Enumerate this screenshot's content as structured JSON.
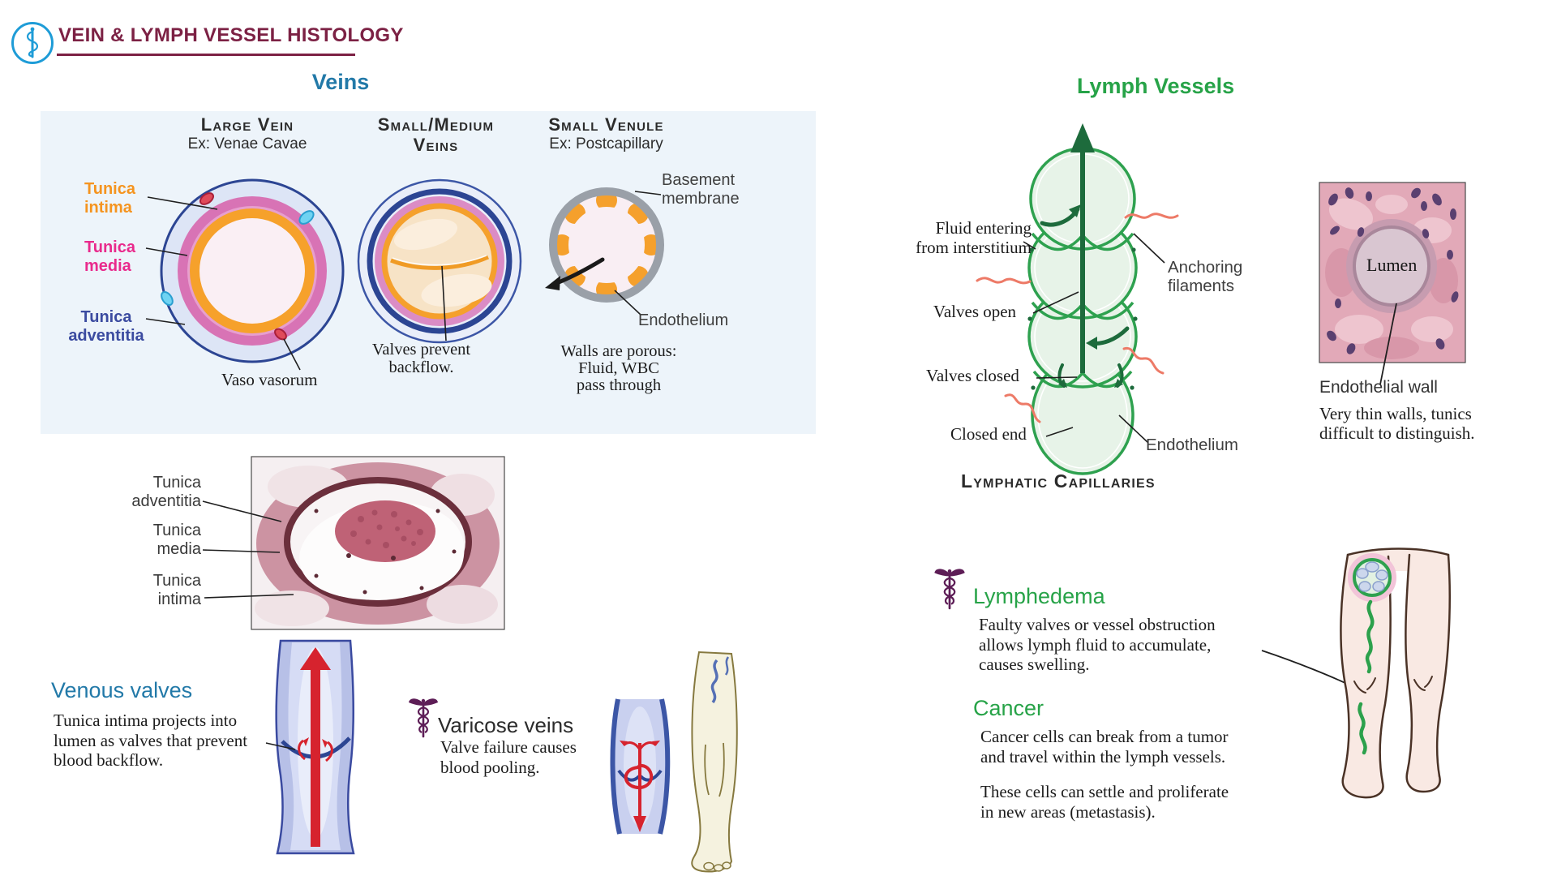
{
  "colors": {
    "title_maroon": "#7c2144",
    "veins_teal": "#2279a8",
    "lymph_green": "#27a348",
    "intima_orange": "#f5941f",
    "media_magenta": "#e92a8c",
    "adventitia_blue": "#3b4ba0",
    "caduceus_purple": "#5d1d56",
    "filament_salmon": "#ed7a67",
    "lymph_vessel_green": "#2ea14f",
    "panel_blue": "#edf4fa"
  },
  "header": {
    "title": "VEIN & LYMPH VESSEL HISTOLOGY",
    "logo_icon": "rod-of-asclepius-icon"
  },
  "veins": {
    "heading": "Veins",
    "large_vein": {
      "title": "Large Vein",
      "subtitle": "Ex: Venae Cavae",
      "label_intima": [
        "Tunica",
        "intima"
      ],
      "label_media": [
        "Tunica",
        "media"
      ],
      "label_adventitia": [
        "Tunica",
        "adventitia"
      ],
      "label_vaso": "Vaso vasorum"
    },
    "small_medium": {
      "title": [
        "Small/Medium",
        "Veins"
      ],
      "note": [
        "Valves prevent",
        "backflow."
      ]
    },
    "small_venule": {
      "title": "Small Venule",
      "subtitle": "Ex: Postcapillary",
      "label_basement": [
        "Basement",
        "membrane"
      ],
      "label_endothelium": "Endothelium",
      "note": [
        "Walls are porous:",
        "Fluid, WBC",
        "pass through"
      ]
    },
    "histology_labels": {
      "adventitia": [
        "Tunica",
        "adventitia"
      ],
      "media": [
        "Tunica",
        "media"
      ],
      "intima": [
        "Tunica",
        "intima"
      ]
    },
    "venous_valves": {
      "heading": "Venous valves",
      "body": [
        "Tunica intima projects into",
        "lumen as valves that prevent",
        "blood backflow."
      ]
    },
    "varicose": {
      "heading": "Varicose veins",
      "body": [
        "Valve failure causes",
        "blood pooling."
      ]
    }
  },
  "lymph": {
    "heading": "Lymph Vessels",
    "capillary": {
      "label_fluid": [
        "Fluid entering",
        "from interstitium"
      ],
      "label_valves_open": "Valves open",
      "label_valves_closed": "Valves closed",
      "label_closed_end": "Closed end",
      "label_anchoring": [
        "Anchoring",
        "filaments"
      ],
      "label_endothelium": "Endothelium",
      "caption": "Lymphatic Capillaries"
    },
    "histology": {
      "lumen": "Lumen",
      "wall_label": "Endothelial wall",
      "note": [
        "Very thin walls, tunics",
        "difficult to distinguish."
      ]
    },
    "lymphedema": {
      "heading": "Lymphedema",
      "body": [
        "Faulty valves or vessel obstruction",
        "allows lymph fluid to accumulate,",
        "causes swelling."
      ]
    },
    "cancer": {
      "heading": "Cancer",
      "p1": [
        "Cancer cells can break from a tumor",
        "and travel within the lymph vessels."
      ],
      "p2": [
        "These cells can settle and proliferate",
        "in new areas (metastasis)."
      ]
    }
  }
}
